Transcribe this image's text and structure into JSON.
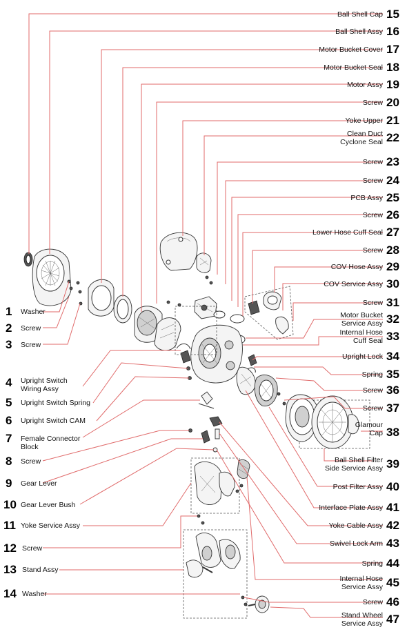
{
  "callouts_right": [
    {
      "number": "15",
      "label": "Ball Shell Cap"
    },
    {
      "number": "16",
      "label": "Ball Shell Assy"
    },
    {
      "number": "17",
      "label": "Motor Bucket Cover"
    },
    {
      "number": "18",
      "label": "Motor Bucket Seal"
    },
    {
      "number": "19",
      "label": "Motor Assy"
    },
    {
      "number": "20",
      "label": "Screw"
    },
    {
      "number": "21",
      "label": "Yoke Upper"
    },
    {
      "number": "22",
      "label": "Clean Duct|Cyclone Seal"
    },
    {
      "number": "23",
      "label": "Screw"
    },
    {
      "number": "24",
      "label": "Screw"
    },
    {
      "number": "25",
      "label": "PCB Assy"
    },
    {
      "number": "26",
      "label": "Screw"
    },
    {
      "number": "27",
      "label": "Lower Hose Cuff Seal"
    },
    {
      "number": "28",
      "label": "Screw"
    },
    {
      "number": "29",
      "label": "COV Hose Assy"
    },
    {
      "number": "30",
      "label": "COV Service Assy"
    },
    {
      "number": "31",
      "label": "Screw"
    },
    {
      "number": "32",
      "label": "Motor Bucket|Service Assy"
    },
    {
      "number": "33",
      "label": "Internal Hose|Cuff Seal"
    },
    {
      "number": "34",
      "label": "Upright Lock"
    },
    {
      "number": "35",
      "label": "Spring"
    },
    {
      "number": "36",
      "label": "Screw"
    },
    {
      "number": "37",
      "label": "Screw"
    },
    {
      "number": "38",
      "label": "Glamour|Cap"
    },
    {
      "number": "39",
      "label": "Ball Shell Filter|Side Service Assy"
    },
    {
      "number": "40",
      "label": "Post Filter Assy"
    },
    {
      "number": "41",
      "label": "Interface Plate Assy"
    },
    {
      "number": "42",
      "label": "Yoke Cable Assy"
    },
    {
      "number": "43",
      "label": "Swivel Lock Arm"
    },
    {
      "number": "44",
      "label": "Spring"
    },
    {
      "number": "45",
      "label": "Internal Hose|Service Assy"
    },
    {
      "number": "46",
      "label": "Screw"
    },
    {
      "number": "47",
      "label": "Stand Wheel|Service Assy"
    }
  ],
  "callouts_left": [
    {
      "number": "1",
      "label": "Washer"
    },
    {
      "number": "2",
      "label": "Screw"
    },
    {
      "number": "3",
      "label": "Screw"
    },
    {
      "number": "4",
      "label": "Upright Switch|Wiring Assy"
    },
    {
      "number": "5",
      "label": "Upright Switch Spring"
    },
    {
      "number": "6",
      "label": "Upright Switch CAM"
    },
    {
      "number": "7",
      "label": "Female Connector|Block"
    },
    {
      "number": "8",
      "label": "Screw"
    },
    {
      "number": "9",
      "label": "Gear Lever"
    },
    {
      "number": "10",
      "label": "Gear Lever Bush"
    },
    {
      "number": "11",
      "label": "Yoke Service Assy"
    },
    {
      "number": "12",
      "label": "Screw"
    },
    {
      "number": "13",
      "label": "Stand Assy"
    },
    {
      "number": "14",
      "label": "Washer"
    }
  ],
  "colors": {
    "leader": "#e06a6a",
    "text": "#111111",
    "drawing": "#333333"
  }
}
